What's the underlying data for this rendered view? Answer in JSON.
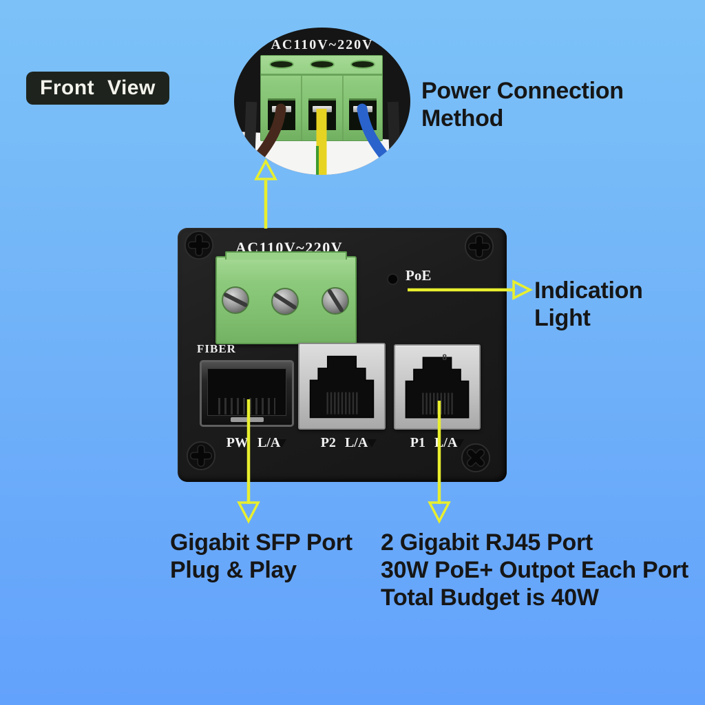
{
  "badge": {
    "label": "Front View"
  },
  "inset": {
    "voltage_label": "AC110V~220V"
  },
  "callouts": {
    "power_line1": "Power Connection",
    "power_line2": "Method",
    "indication": "Indication Light",
    "sfp_line1": "Gigabit SFP Port",
    "sfp_line2": "Plug & Play",
    "rj45_line1": "2 Gigabit RJ45 Port",
    "rj45_line2": "30W PoE+ Outpot Each Port",
    "rj45_line3": "Total Budget is 40W"
  },
  "device": {
    "voltage_label": "AC110V~220V",
    "poe_label": "PoE",
    "fiber_label": "FIBER",
    "port_marking": "8",
    "ports": [
      {
        "name": "PW",
        "status": "L/A"
      },
      {
        "name": "P2",
        "status": "L/A"
      },
      {
        "name": "P1",
        "status": "L/A"
      }
    ]
  },
  "colors": {
    "background_top": "#7cc2f8",
    "background_bottom": "#63a2fc",
    "arrow": "#e8ef2e",
    "badge_bg": "#1e241d",
    "device_body": "#1c1c1c",
    "terminal_green": "#8cc97c"
  }
}
